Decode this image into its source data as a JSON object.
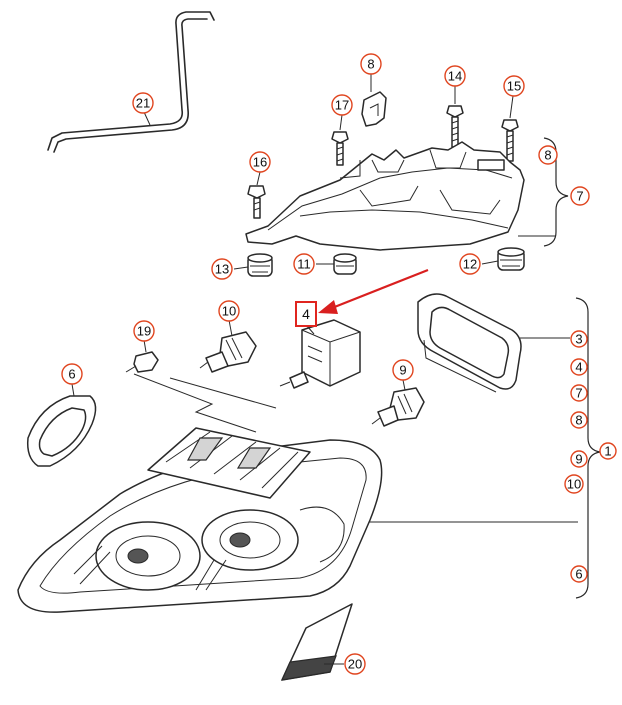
{
  "callouts": {
    "c21": "21",
    "c8": "8",
    "c14": "14",
    "c15": "15",
    "c17": "17",
    "c16": "16",
    "c13": "13",
    "c11": "11",
    "c12": "12",
    "c4": "4",
    "c10": "10",
    "c19": "19",
    "c6": "6",
    "c9": "9",
    "c20": "20"
  },
  "bracket_upper": {
    "items": [
      "8",
      "7"
    ]
  },
  "bracket_lower": {
    "items": [
      "3",
      "4",
      "7",
      "8",
      "9",
      "10",
      "6"
    ],
    "group_label": "1"
  },
  "colors": {
    "highlight_box": "#e0251f",
    "arrow": "#d91f1f",
    "callout_ring": "#e0451f"
  }
}
